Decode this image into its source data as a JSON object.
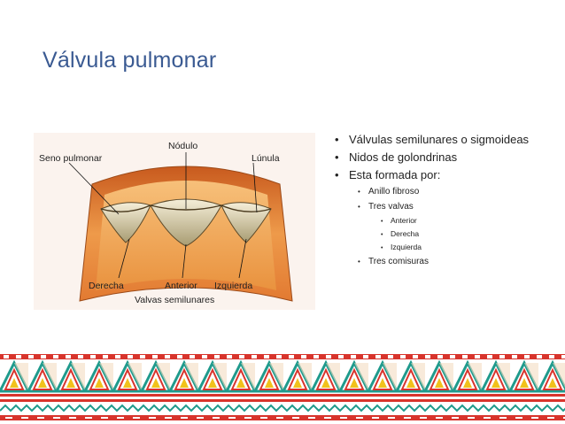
{
  "slide": {
    "title": "Válvula pulmonar"
  },
  "figure": {
    "labels": {
      "seno": "Seno pulmonar",
      "nodulo": "Nódulo",
      "lunula": "Lúnula",
      "derecha": "Derecha",
      "anterior": "Anterior",
      "izquierda": "Izquierda",
      "valvas": "Valvas semilunares"
    }
  },
  "bullets": [
    {
      "level": 1,
      "text": "Válvulas semilunares o sigmoideas"
    },
    {
      "level": 1,
      "text": "Nidos de golondrinas"
    },
    {
      "level": 1,
      "text": "Esta formada por:"
    },
    {
      "level": 2,
      "text": "Anillo fibroso"
    },
    {
      "level": 2,
      "text": "Tres valvas"
    },
    {
      "level": 3,
      "text": "Anterior"
    },
    {
      "level": 3,
      "text": "Derecha"
    },
    {
      "level": 3,
      "text": "Izquierda"
    },
    {
      "level": 2,
      "text": "Tres comisuras"
    }
  ],
  "colors": {
    "title": "#3a5a92",
    "wall": "#e98a3c",
    "cusp": "#d9cfa8",
    "border_red": "#d8342c",
    "border_teal": "#1f9a8c",
    "border_yellow": "#f1c21b"
  }
}
